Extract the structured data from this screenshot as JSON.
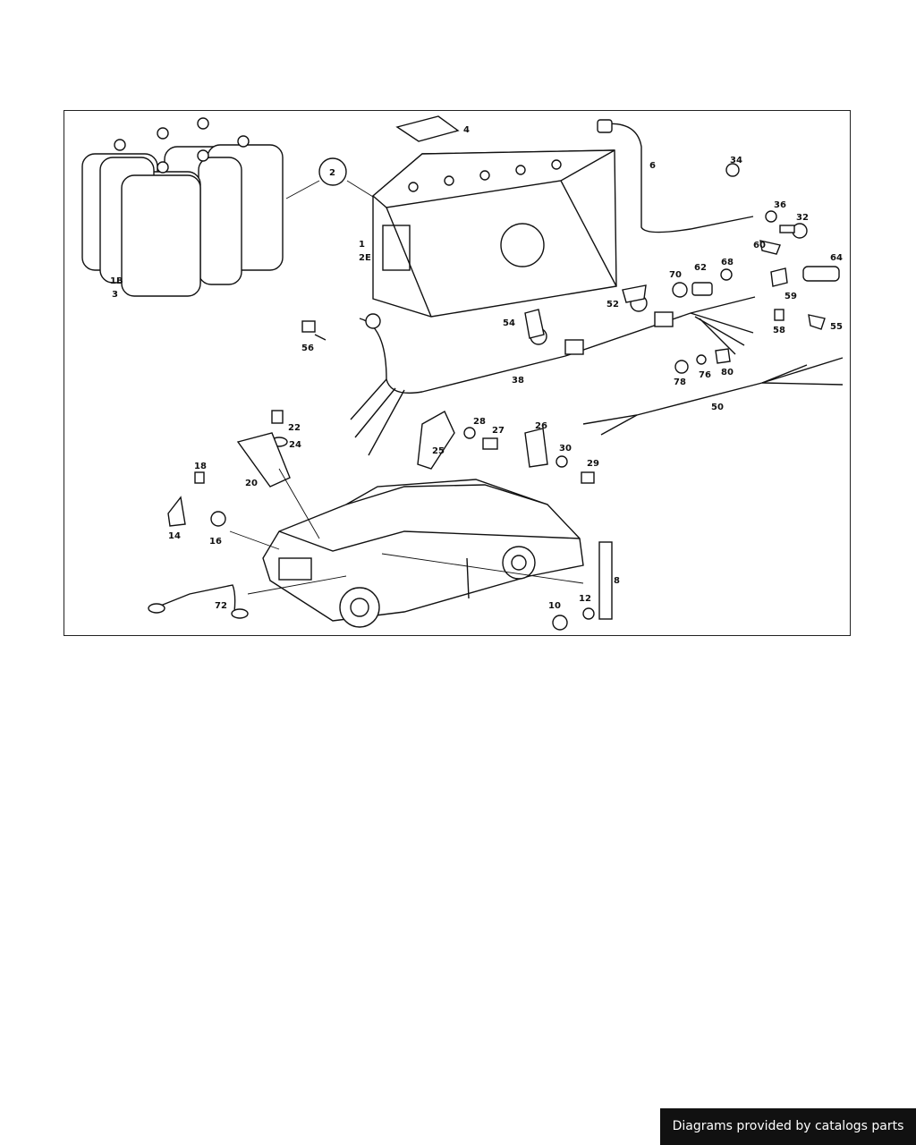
{
  "diagram": {
    "callouts": [
      {
        "id": "c-1b",
        "text": "1B"
      },
      {
        "id": "c-3",
        "text": "3"
      },
      {
        "id": "c-2",
        "text": "2"
      },
      {
        "id": "c-1",
        "text": "1"
      },
      {
        "id": "c-2e",
        "text": "2E"
      },
      {
        "id": "c-4",
        "text": "4"
      },
      {
        "id": "c-6",
        "text": "6"
      },
      {
        "id": "c-34",
        "text": "34"
      },
      {
        "id": "c-36",
        "text": "36"
      },
      {
        "id": "c-32",
        "text": "32"
      },
      {
        "id": "c-60",
        "text": "60"
      },
      {
        "id": "c-64",
        "text": "64"
      },
      {
        "id": "c-70",
        "text": "70"
      },
      {
        "id": "c-62",
        "text": "62"
      },
      {
        "id": "c-68",
        "text": "68"
      },
      {
        "id": "c-59",
        "text": "59"
      },
      {
        "id": "c-52",
        "text": "52"
      },
      {
        "id": "c-58",
        "text": "58"
      },
      {
        "id": "c-55",
        "text": "55"
      },
      {
        "id": "c-54",
        "text": "54"
      },
      {
        "id": "c-56",
        "text": "56"
      },
      {
        "id": "c-78",
        "text": "78"
      },
      {
        "id": "c-76",
        "text": "76"
      },
      {
        "id": "c-80",
        "text": "80"
      },
      {
        "id": "c-38",
        "text": "38"
      },
      {
        "id": "c-50",
        "text": "50"
      },
      {
        "id": "c-22",
        "text": "22"
      },
      {
        "id": "c-24",
        "text": "24"
      },
      {
        "id": "c-28",
        "text": "28"
      },
      {
        "id": "c-27",
        "text": "27"
      },
      {
        "id": "c-26",
        "text": "26"
      },
      {
        "id": "c-25",
        "text": "25"
      },
      {
        "id": "c-30",
        "text": "30"
      },
      {
        "id": "c-29",
        "text": "29"
      },
      {
        "id": "c-18",
        "text": "18"
      },
      {
        "id": "c-20",
        "text": "20"
      },
      {
        "id": "c-14",
        "text": "14"
      },
      {
        "id": "c-16",
        "text": "16"
      },
      {
        "id": "c-8",
        "text": "8"
      },
      {
        "id": "c-12",
        "text": "12"
      },
      {
        "id": "c-10",
        "text": "10"
      },
      {
        "id": "c-72",
        "text": "72"
      }
    ]
  },
  "footer": {
    "text": "Diagrams provided by catalogs parts"
  }
}
